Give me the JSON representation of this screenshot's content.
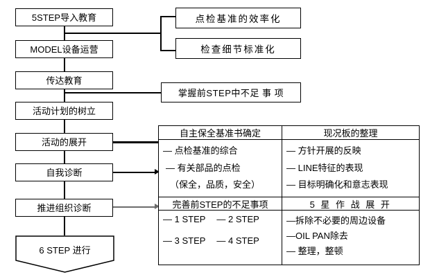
{
  "flow": {
    "steps": [
      {
        "label": "5STEP导入教育"
      },
      {
        "label": "MODEL设备运营"
      },
      {
        "label": "传达教育"
      },
      {
        "label": "活动计划的树立"
      },
      {
        "label": "活动的展开"
      },
      {
        "label": "自我诊断"
      },
      {
        "label": "推进组织诊断"
      }
    ],
    "terminator": {
      "label": "6 STEP 进行"
    }
  },
  "branches": {
    "top": [
      {
        "label": "点检基准的效率化"
      },
      {
        "label": "检查细节标准化"
      }
    ],
    "middle": {
      "label": "掌握前STEP中不足 事 项"
    }
  },
  "matrix": {
    "sections": [
      {
        "left": {
          "header": "自主保全基准书确定",
          "items": [
            "— 点检基准的综合",
            "— 有关部品的点检",
            "（保全，品质，安全）"
          ]
        },
        "right": {
          "header": "现况板的整理",
          "items": [
            "— 方针开展的反映",
            "— LINE特征的表现",
            "— 目标明确化和意志表现"
          ]
        }
      },
      {
        "left": {
          "header": "完善前STEP的不足事项",
          "items": [
            "— 1 STEP",
            "— 2 STEP",
            "— 3 STEP",
            "— 4 STEP"
          ]
        },
        "right": {
          "header": "5 星 作 战 展 开",
          "items": [
            "—拆除不必要的周边设备",
            "—OIL PAN除去",
            "— 整理，整顿"
          ]
        }
      }
    ]
  },
  "colors": {
    "stroke": "#000000",
    "stroke_grey": "#6b6b6b",
    "background": "#ffffff"
  }
}
